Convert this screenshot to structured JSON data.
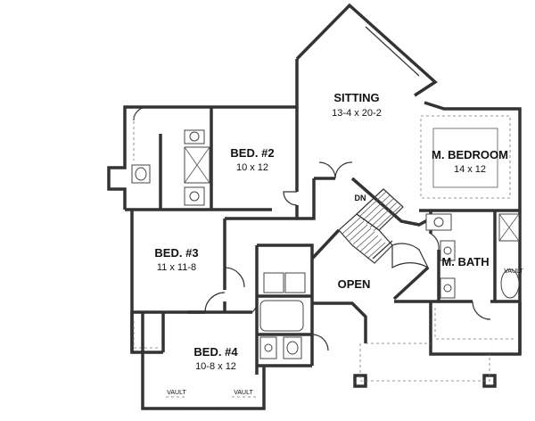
{
  "rooms": {
    "sitting": {
      "name": "SITTING",
      "dims": "13-4 x 20-2"
    },
    "master_bedroom": {
      "name": "M. BEDROOM",
      "dims": "14 x 12"
    },
    "bed2": {
      "name": "BED. #2",
      "dims": "10 x 12"
    },
    "bed3": {
      "name": "BED. #3",
      "dims": "11 x 11-8"
    },
    "bed4": {
      "name": "BED. #4",
      "dims": "10-8 x 12"
    },
    "master_bath": {
      "name": "M. BATH"
    },
    "open": {
      "name": "OPEN"
    }
  },
  "annotations": {
    "stairs_down": "DN",
    "vault_bath": "VAULT",
    "vault_left": "VAULT",
    "vault_right": "VAULT"
  }
}
